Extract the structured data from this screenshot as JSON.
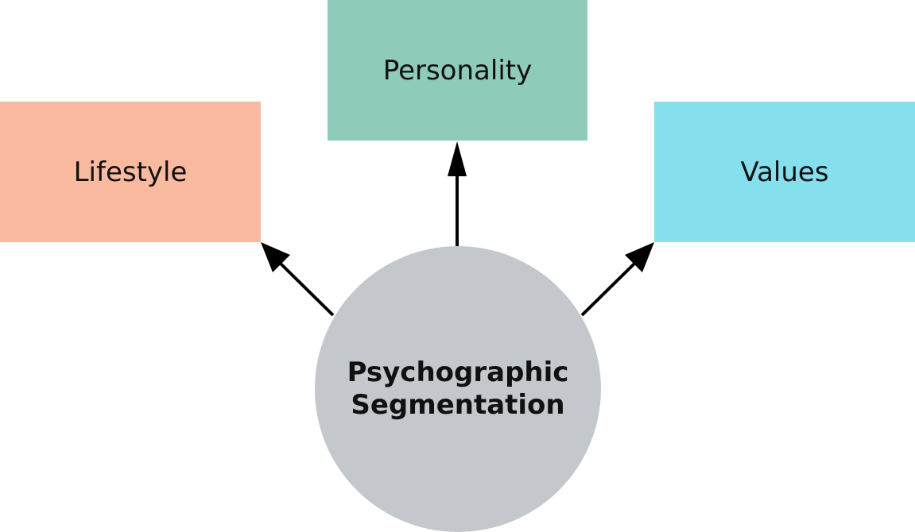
{
  "diagram": {
    "center": {
      "line1": "Psychographic",
      "line2": "Segmentation",
      "color": "#c4c8cc"
    },
    "nodes": {
      "lifestyle": {
        "label": "Lifestyle",
        "color": "#f9baa0"
      },
      "personality": {
        "label": "Personality",
        "color": "#8ecbba"
      },
      "values": {
        "label": "Values",
        "color": "#85dfed"
      }
    },
    "arrow_color": "#000000"
  }
}
